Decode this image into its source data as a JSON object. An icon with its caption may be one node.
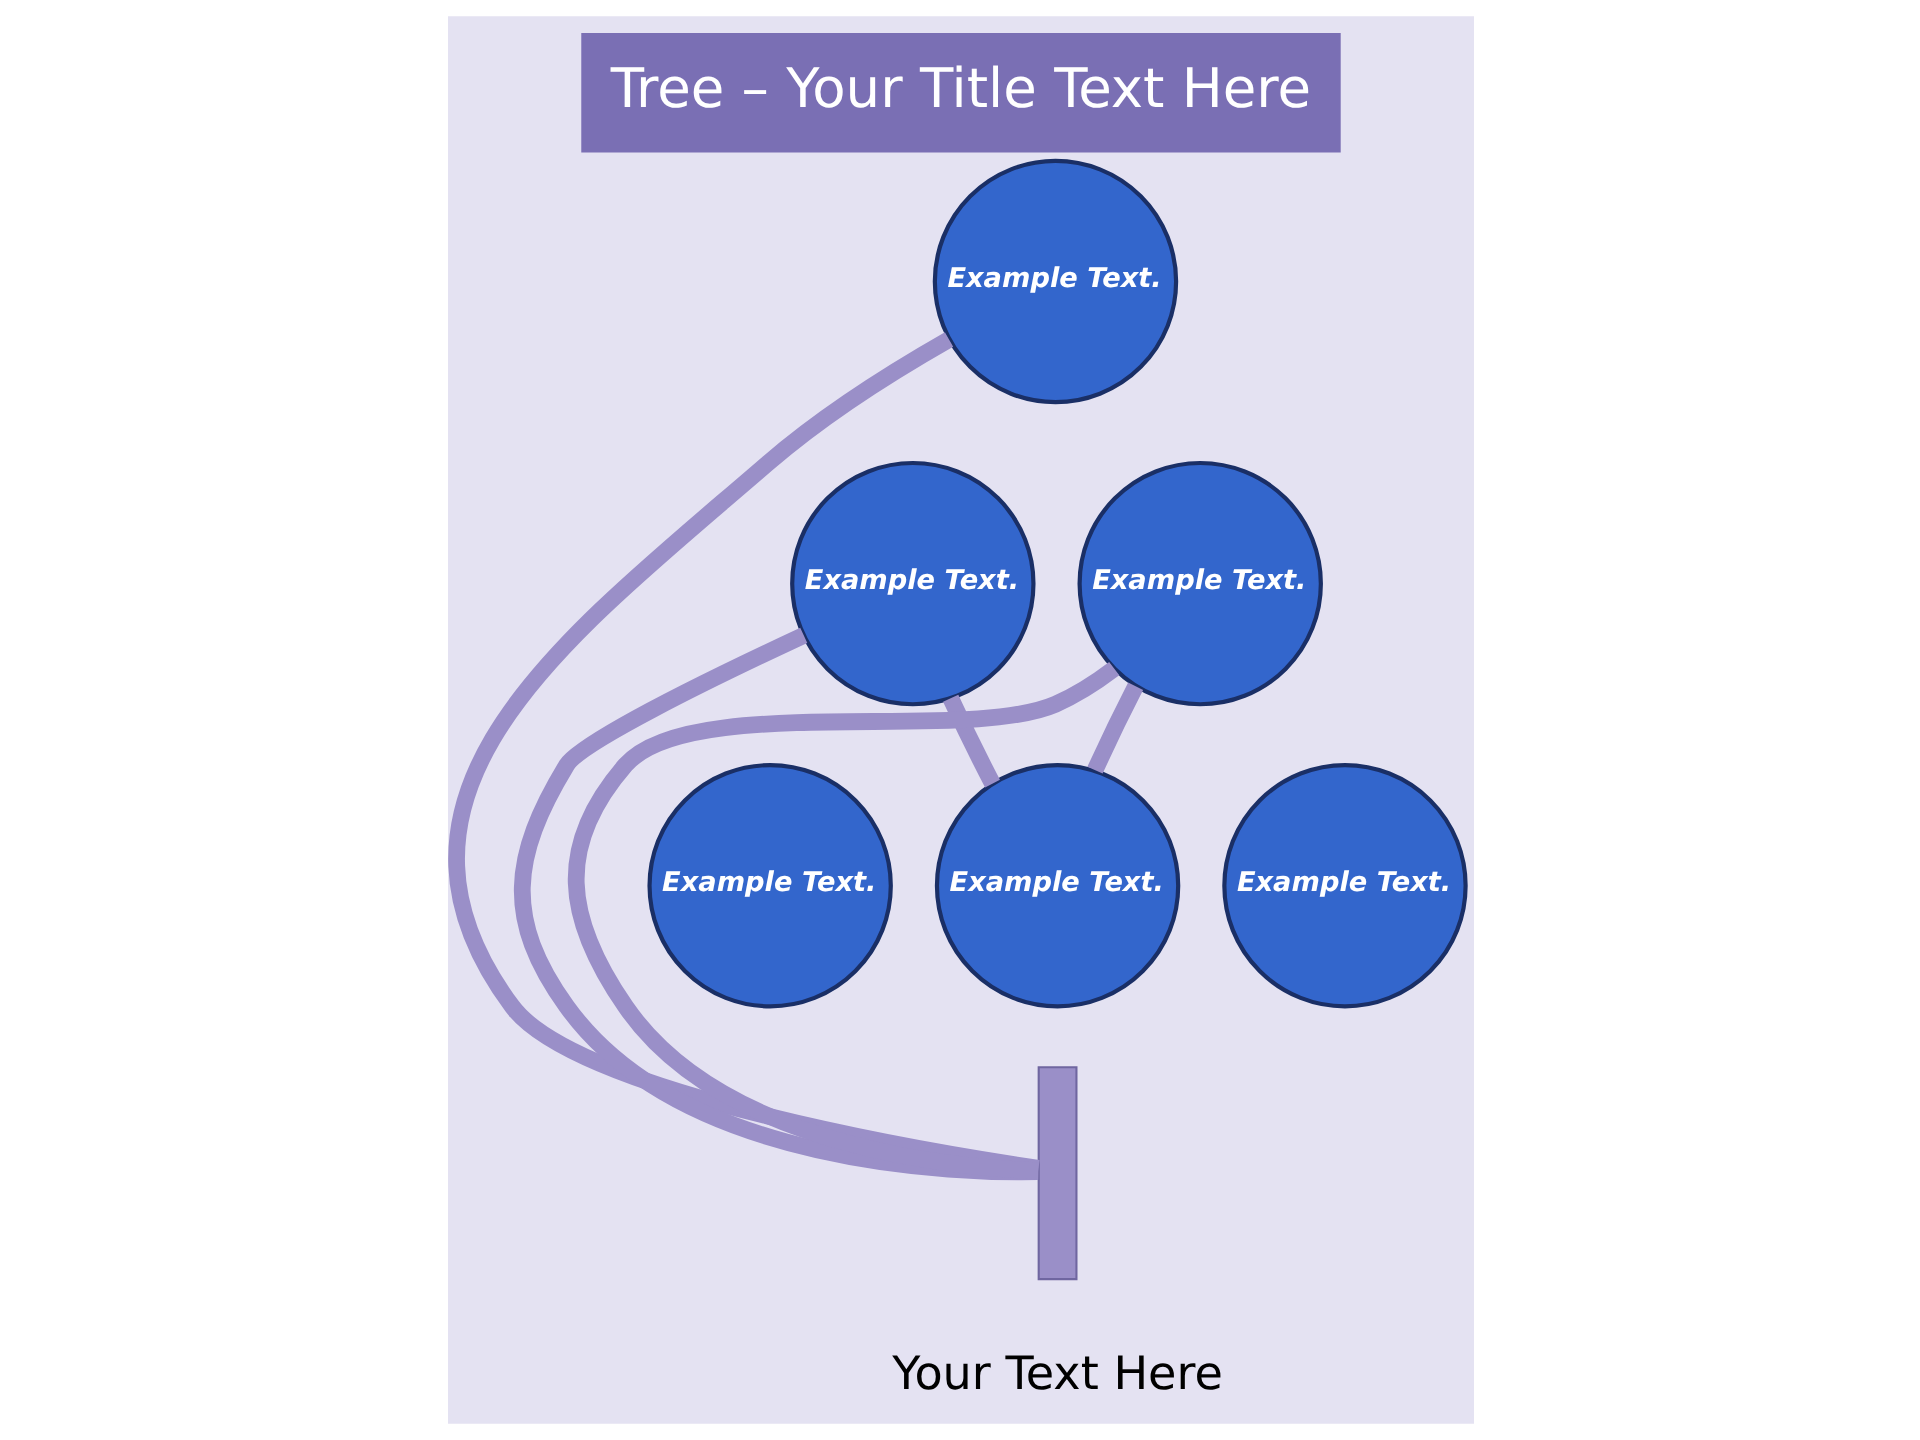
{
  "diagram": {
    "title": "Tree – Your Title Text Here",
    "nodes": [
      {
        "text": [
          "Example Text."
        ]
      },
      {
        "text": [
          "Example Text."
        ]
      },
      {
        "text": [
          "Example Text."
        ]
      },
      {
        "text": [
          "Example Text."
        ]
      },
      {
        "text": [
          "Example Text."
        ]
      },
      {
        "text": [
          "Example Text."
        ]
      },
      {
        "text": [],
        "shape": "bar"
      }
    ],
    "edges": [
      {
        "from": 6,
        "to": 0,
        "arrow": "none"
      },
      {
        "from": 6,
        "to": 1,
        "arrow": "none"
      },
      {
        "from": 6,
        "to": 2,
        "arrow": "none"
      },
      {
        "from": 4,
        "to": 1,
        "arrow": "none"
      },
      {
        "from": 4,
        "to": 2,
        "arrow": "none"
      }
    ],
    "labels": [
      "Your Text Here"
    ]
  }
}
